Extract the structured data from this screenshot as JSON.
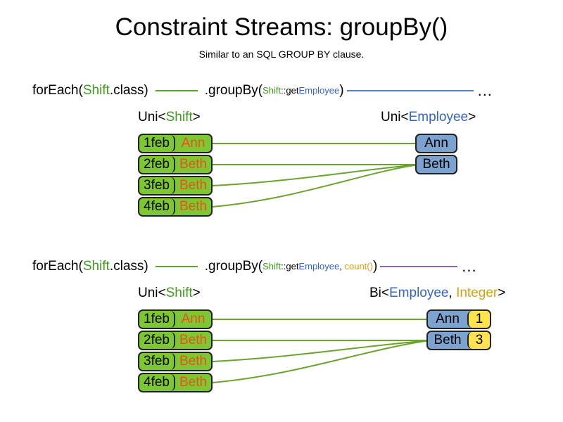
{
  "header": {
    "title": "Constraint Streams: groupBy()",
    "subtitle": "Similar to an SQL GROUP BY clause."
  },
  "colors": {
    "shift_green": "#7dc832",
    "employee_blue": "#7ca3cf",
    "count_yellow": "#ffe34f",
    "name_orange": "#e8521e",
    "text_green": "#3f9c1f",
    "text_blue": "#3465c0",
    "text_gold": "#d0a016",
    "line_green": "#5e9e2e",
    "line_blue": "#5b7fbf",
    "line_purple": "#8d6aa6",
    "border": "#222222"
  },
  "sections": [
    {
      "id": "groupby-single",
      "code": {
        "foreach_open": "forEach(",
        "foreach_type": "Shift",
        "foreach_close": ".class)",
        "groupby_open": ".groupBy(",
        "mapper_owner": "Shift",
        "mapper_sep": "::get",
        "mapper_prop": "Employee",
        "groupby_close": ")",
        "ellipsis": "..."
      },
      "left_type": {
        "prefix": "Uni<",
        "generic": "Shift",
        "suffix": ">"
      },
      "right_type": {
        "prefix": "Uni<",
        "generic": "Employee",
        "suffix": ">"
      },
      "shifts": [
        {
          "date": "1feb",
          "employee": "Ann"
        },
        {
          "date": "2feb",
          "employee": "Beth"
        },
        {
          "date": "3feb",
          "employee": "Beth"
        },
        {
          "date": "4feb",
          "employee": "Beth"
        }
      ],
      "groups": [
        {
          "employee": "Ann"
        },
        {
          "employee": "Beth"
        }
      ]
    },
    {
      "id": "groupby-count",
      "code": {
        "foreach_open": "forEach(",
        "foreach_type": "Shift",
        "foreach_close": ".class)",
        "groupby_open": ".groupBy(",
        "mapper_owner": "Shift",
        "mapper_sep": "::get",
        "mapper_prop": "Employee",
        "collector_sep": ", ",
        "collector": "count()",
        "groupby_close": ")",
        "ellipsis": "..."
      },
      "left_type": {
        "prefix": "Uni<",
        "generic": "Shift",
        "suffix": ">"
      },
      "right_type": {
        "prefix": "Bi<",
        "generic": "Employee",
        "separator": ", ",
        "generic2": "Integer",
        "suffix": ">"
      },
      "shifts": [
        {
          "date": "1feb",
          "employee": "Ann"
        },
        {
          "date": "2feb",
          "employee": "Beth"
        },
        {
          "date": "3feb",
          "employee": "Beth"
        },
        {
          "date": "4feb",
          "employee": "Beth"
        }
      ],
      "groups": [
        {
          "employee": "Ann",
          "count": "1"
        },
        {
          "employee": "Beth",
          "count": "3"
        }
      ]
    }
  ]
}
